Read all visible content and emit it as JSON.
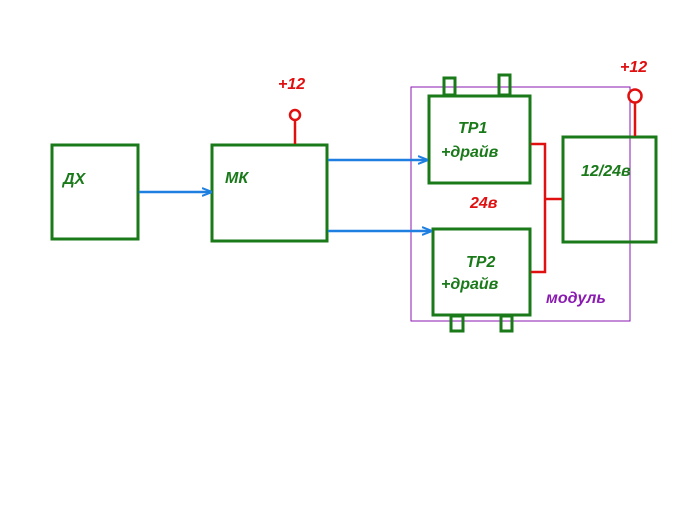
{
  "blocks": {
    "dh": "ДХ",
    "mk": "МК",
    "tr1_line1": "ТР1",
    "tr1_line2": "+драйв",
    "tr2_line1": "ТР2",
    "tr2_line2": "+драйв",
    "psu": "12/24в"
  },
  "labels": {
    "plus12_mk": "+12",
    "plus12_psu": "+12",
    "voltage_24": "24в",
    "module": "модуль"
  },
  "colors": {
    "block": "#1a7a1a",
    "signal": "#1e7fe0",
    "power": "#e01010",
    "module": "#8a1ab0"
  }
}
